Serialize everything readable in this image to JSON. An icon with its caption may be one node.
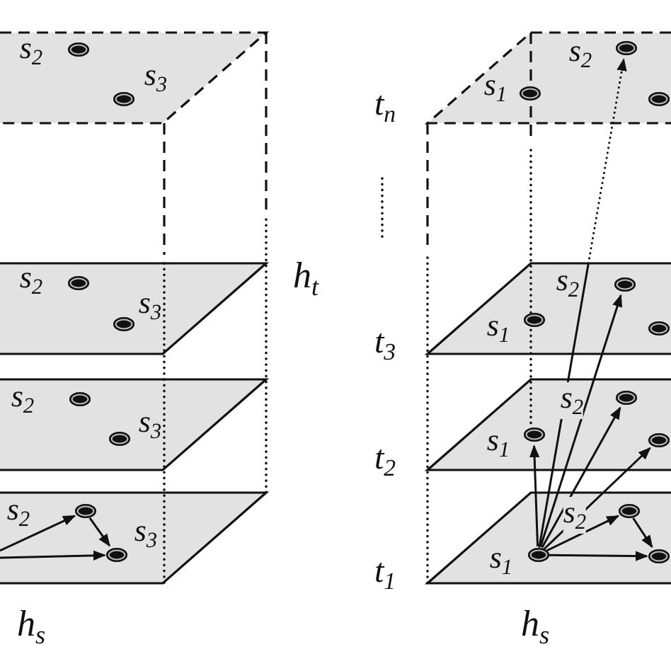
{
  "diagram": {
    "nodes": [
      {
        "text": [],
        "shape": "parallelogram"
      },
      {
        "text": [],
        "shape": "circle",
        "in": 0,
        "beside": [
          "s$_{2}$"
        ]
      },
      {
        "text": [],
        "shape": "circle",
        "in": 0,
        "beside": [
          "s$_{3}$"
        ]
      },
      {
        "text": [],
        "shape": "parallelogram"
      },
      {
        "text": [],
        "shape": "circle",
        "in": 3,
        "beside": [
          "s$_{2}$"
        ]
      },
      {
        "text": [],
        "shape": "circle",
        "in": 3,
        "beside": [
          "s$_{3}$"
        ]
      },
      {
        "text": [],
        "shape": "parallelogram"
      },
      {
        "text": [],
        "shape": "circle",
        "in": 6,
        "beside": [
          "s$_{2}$"
        ]
      },
      {
        "text": [],
        "shape": "circle",
        "in": 6,
        "beside": [
          "s$_{3}$"
        ]
      },
      {
        "text": [],
        "shape": "parallelogram"
      },
      {
        "text": [],
        "shape": "circle",
        "in": 9,
        "beside": [
          "s$_{2}$"
        ]
      },
      {
        "text": [],
        "shape": "circle",
        "in": 9,
        "beside": [
          "s$_{3}$"
        ]
      },
      {
        "text": [],
        "shape": "parallelogram",
        "beside": [
          "t$_{n}$"
        ]
      },
      {
        "text": [],
        "shape": "circle",
        "in": 12,
        "beside": [
          "s$_{1}$"
        ]
      },
      {
        "text": [],
        "shape": "circle",
        "in": 12,
        "beside": [
          "s$_{2}$"
        ]
      },
      {
        "text": [],
        "shape": "circle",
        "in": 12
      },
      {
        "text": [],
        "shape": "parallelogram",
        "beside": [
          "t$_{3}$"
        ]
      },
      {
        "text": [],
        "shape": "circle",
        "in": 16,
        "beside": [
          "s$_{1}$"
        ]
      },
      {
        "text": [],
        "shape": "circle",
        "in": 16,
        "beside": [
          "s$_{2}$"
        ]
      },
      {
        "text": [],
        "shape": "circle",
        "in": 16
      },
      {
        "text": [],
        "shape": "parallelogram",
        "beside": [
          "t$_{2}$"
        ]
      },
      {
        "text": [],
        "shape": "circle",
        "in": 20,
        "beside": [
          "s$_{1}$"
        ]
      },
      {
        "text": [],
        "shape": "circle",
        "in": 20
      },
      {
        "text": [],
        "shape": "circle",
        "in": 20
      },
      {
        "text": [],
        "shape": "parallelogram",
        "beside": [
          "t$_{1}$"
        ]
      },
      {
        "text": [],
        "shape": "circle",
        "in": 24,
        "beside": [
          "s$_{1}$"
        ]
      },
      {
        "text": [],
        "shape": "circle",
        "in": 24
      },
      {
        "text": [],
        "shape": "circle",
        "in": 24
      }
    ],
    "edges": [
      {
        "from": null,
        "to": 11,
        "arrow": "to"
      },
      {
        "from": null,
        "to": 10,
        "arrow": "to"
      },
      {
        "from": 10,
        "to": 11,
        "arrow": "to"
      },
      {
        "from": 25,
        "to": 26,
        "arrow": "to"
      },
      {
        "from": 25,
        "to": 27,
        "arrow": "to"
      },
      {
        "from": 26,
        "to": 27,
        "arrow": "to"
      },
      {
        "from": 25,
        "to": 21,
        "arrow": "to"
      },
      {
        "from": 25,
        "to": 22,
        "arrow": "to"
      },
      {
        "from": 25,
        "to": 23,
        "arrow": "to"
      },
      {
        "from": 25,
        "to": 18,
        "arrow": "to"
      },
      {
        "from": 25,
        "to": 14,
        "arrow": "to",
        "style": "dashed"
      }
    ],
    "labels": [
      "h$_{t}$",
      "s$_{2}$",
      "s$_{2}$",
      "h$_{s}$",
      "h$_{s}$"
    ]
  }
}
